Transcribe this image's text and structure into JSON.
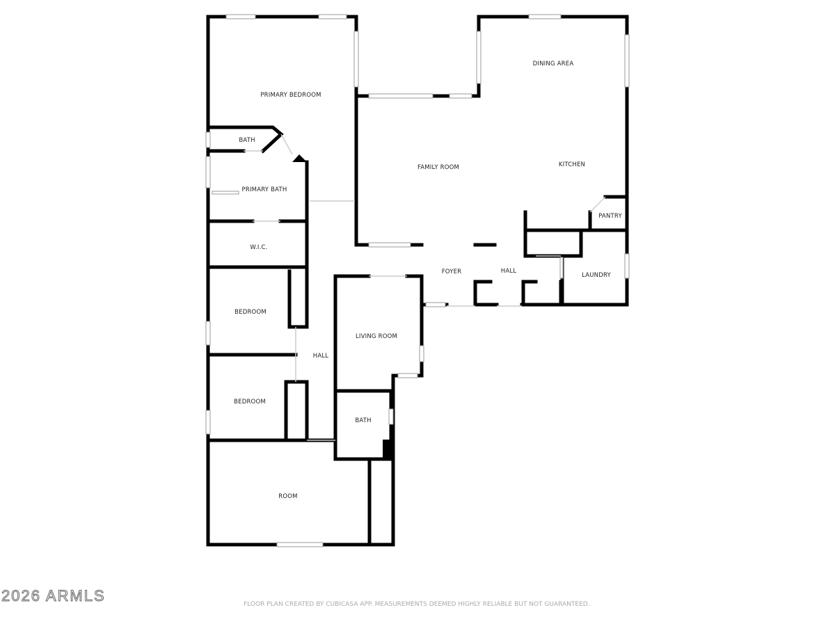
{
  "rooms": {
    "primary_bedroom": "PRIMARY BEDROOM",
    "bath_small": "BATH",
    "primary_bath": "PRIMARY BATH",
    "wic": "W.I.C.",
    "bedroom_1": "BEDROOM",
    "bedroom_2": "BEDROOM",
    "hall_left": "HALL",
    "room": "ROOM",
    "living_room": "LIVING ROOM",
    "bath": "BATH",
    "family_room": "FAMILY ROOM",
    "dining_area": "DINING AREA",
    "kitchen": "KITCHEN",
    "pantry": "PANTRY",
    "foyer": "FOYER",
    "hall_right": "HALL",
    "laundry": "LAUNDRY"
  },
  "watermark": "2026 ARMLS",
  "footer": "FLOOR PLAN CREATED BY CUBICASA APP. MEASUREMENTS DEEMED HIGHLY RELIABLE BUT NOT GUARANTEED."
}
